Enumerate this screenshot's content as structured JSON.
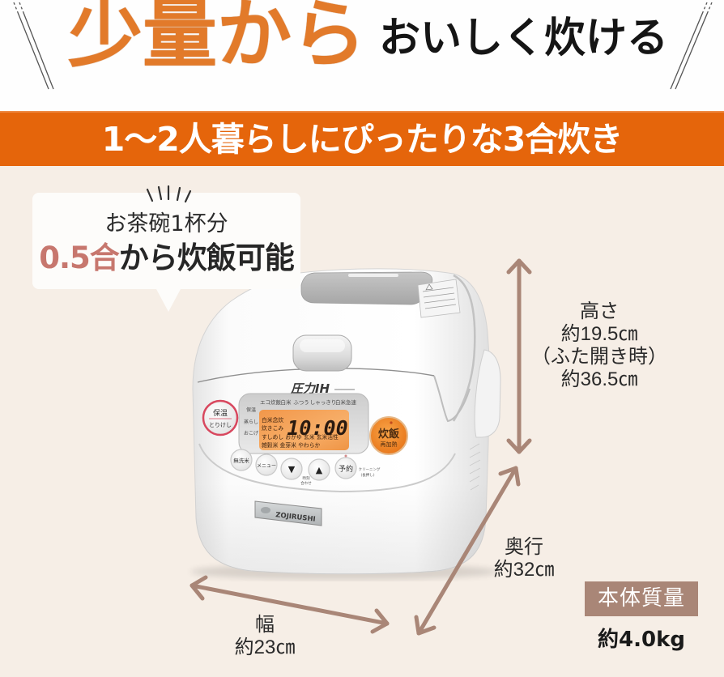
{
  "header": {
    "title_orange": "少量から",
    "title_black": "おいしく炊ける"
  },
  "banner": {
    "text": "1〜2人暮らしにぴったりな3合炊き"
  },
  "callout": {
    "line1": "お茶碗1杯分",
    "line2_highlight": "0.5合",
    "line2_rest": "から炊飯可能"
  },
  "product": {
    "brand": "ZOJIRUSHI",
    "series_label": "圧力IH",
    "display": {
      "time": "10:00",
      "top_menu": [
        "エコ炊飯",
        "白米",
        "ふつう",
        "しゃっきり",
        "白米急速"
      ],
      "side_menu": [
        "保温",
        "蒸らし",
        "おこげ"
      ],
      "menu_rows": [
        "白米念炊",
        "炊きこみ",
        "すしめし おかゆ 玄米 玄米活性",
        "雑穀米 金芽米 やわらか"
      ]
    },
    "buttons": {
      "keep_warm": {
        "label": "保温",
        "sub_label": "とりけし"
      },
      "cook": {
        "label": "炊飯",
        "sub_label": "再加熱"
      },
      "row": [
        {
          "label": "無洗米"
        },
        {
          "label": "メニュー"
        },
        {
          "label": "▼"
        },
        {
          "label": "▲"
        },
        {
          "label": "予約"
        }
      ],
      "time_set_label": [
        "時刻",
        "合わせ"
      ],
      "cleaning_label": [
        "クリーニング",
        "(長押し)"
      ]
    }
  },
  "dimensions": {
    "height": {
      "label": "高さ",
      "value": "約19.5㎝",
      "note": "（ふた開き時）",
      "open_value": "約36.5㎝"
    },
    "depth": {
      "label": "奥行",
      "value": "約32㎝"
    },
    "width": {
      "label": "幅",
      "value": "約23㎝"
    },
    "weight": {
      "label": "本体質量",
      "value": "約4.0kg"
    }
  },
  "colors": {
    "banner_orange": "#e5650b",
    "title_orange": "#e27a2a",
    "dimension_brown": "#a98677",
    "highlight_rose": "#c7776e",
    "background_cream": "#f6eee6",
    "display_orange": "#f4a056"
  }
}
